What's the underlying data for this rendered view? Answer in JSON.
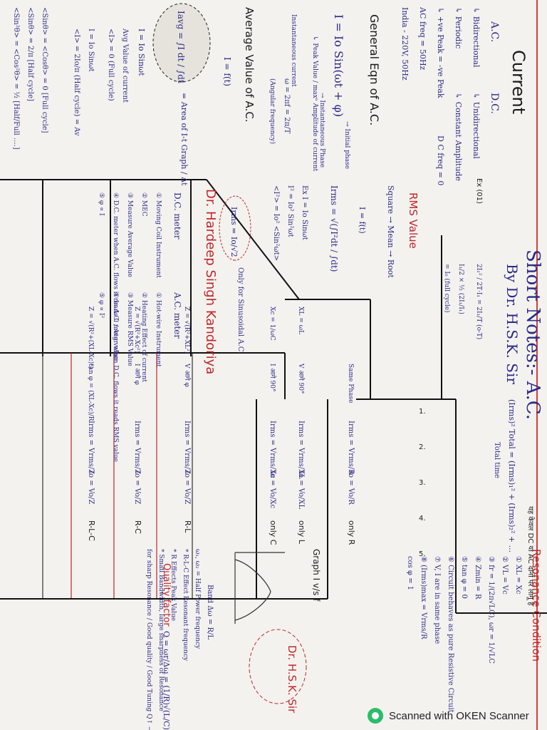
{
  "page": {
    "title": "Short Notes:- A.C.",
    "byline": "By Dr. H.S.K. Sir",
    "author_stamp": "Dr. Hardeep Singh Kandoriya",
    "cloud_stamp": "Dr. H.S.K. Sir"
  },
  "col_current": {
    "heading": "Current",
    "ac": "A.C.",
    "dc": "D.C.",
    "ac_points": [
      "↳ Bidirectional",
      "↳ Periodic",
      "↳ +ve Peak = -ve Peak"
    ],
    "dc_points": [
      "↳ Unidirectional",
      "↳ Constant Amplitude",
      "D C freq = 0"
    ],
    "freq": "AC freq = 50Hz",
    "india": "India - 220V, 50Hz"
  },
  "col_general": {
    "heading": "General Eqn of A.C.",
    "eq": "I = Io Sin(ωt + φ)",
    "labels": [
      "→ Initial phase",
      "→ Instantaneous Phase",
      "↳ Peak Value / maxⁿ Amplitude of current",
      "Instantaneous current",
      "ω = 2πf = 2π/T",
      "(Angular frequency)"
    ]
  },
  "col_average": {
    "heading": "Average Value of A.C.",
    "cloud": "Iavg = ∫I dt / ∫dt",
    "eq1": "I = f(t)",
    "eq2": "= Area of I-t Graph / Δt",
    "eq3": "I = Io Sinωt",
    "eq4": "Avg Value of current",
    "eq5": "<I> = 0 (Full cycle)",
    "eq6": "<I> = 2Io/π (Half cycle) = Av",
    "eq7": "I = Io Sinωt",
    "list": [
      "<Sinθ> = <Cosθ> = 0 [Full cycle]",
      "<Sinθ> = 2/π [Half cycle]",
      "<Sin²θ> = <Cos²θ> = ½ [Half/Full ....]"
    ]
  },
  "col_rms": {
    "heading": "RMS Value",
    "sub": "Square → Mean → Root",
    "eq1": "I = f(t)",
    "eq2": "Irms = √(∫I²dt / ∫dt)",
    "eq3": "Ex I = Io Sinωt",
    "eq4": "I² = Io² Sin²ωt",
    "eq5": "<I²> = Io² <Sin²ωt>",
    "bubble": "Irms = Io/√2",
    "note": "Only for Sinusoidal A.C.",
    "ex": "Ex (01)",
    "frac1": "2I₁² / 2T·I₁ = 2I₁/T (o-T)",
    "frac2": "I₁/2 × ½ (2I₁/I₁)",
    "frac3": "= I₀ (full cycle)"
  },
  "col_meters": {
    "dc_head": "D.C. meter",
    "ac_head": "A.C. meter",
    "dc_list": [
      "① Moving Coil Instrument",
      "② MEC",
      "③ Measure Average Value",
      "④ D.C. meter when A.C. flows it reads 0 / Avg value",
      "⑤ φ ∝ I"
    ],
    "ac_list": [
      "① Hot-wire Instrument",
      "② Heating Effect of current",
      "③ Measure RMS Value",
      "④ In A.C. meter when D.C. flows it reads RMS value",
      "⑤ φ ∝ I²"
    ]
  },
  "col_rms_total": {
    "eq": "(Irms)² Total = (Irms)₁² + (Irms)₂² + ...",
    "note": "Total time",
    "top": "यह केवल DC या AC दोनों पर लागू है"
  },
  "circuits": {
    "rows": [
      "only R",
      "only L",
      "only C",
      "R-L",
      "R-C",
      "R-L-C"
    ],
    "i0": [
      "Io = Vo/R",
      "Io = Vo/XL",
      "Io = Vo/Xc",
      "Io = Vo/Z",
      "Io = Vo/Z",
      "Io = Vo/Z"
    ],
    "irms": [
      "Irms = Vrms/R",
      "Irms = Vrms/XL",
      "Irms = Vrms/Xc",
      "Irms = Vrms/Z",
      "Irms = Vrms/Z",
      "Irms = Vrms/Z"
    ],
    "phase": [
      "Same Phase",
      "V आगे 90°",
      "I आगे 90°",
      "V आगे φ",
      "I आगे φ",
      "tan φ = (XL-Xc)/R"
    ],
    "react": [
      "",
      "XL = ωL",
      "Xc = 1/ωC",
      "Z = √(R²+XL²)",
      "Z = √(R²+Xc²)",
      "Z = √(R²+(XL-Xc)²)"
    ],
    "nums": [
      "1.",
      "2.",
      "3.",
      "4.",
      "5."
    ]
  },
  "resonance": {
    "heading": "Resonance Condition",
    "list": [
      "① XL = Xc",
      "② VL = Vc",
      "③ fr = 1/(2π√LC), ωr = 1/√LC",
      "④ Zmin = R",
      "⑤ tan φ = 0",
      "⑥ Circuit behaves as pure Resistive Circuit",
      "⑦ V, I are in same phase",
      "⑧ (Irms)max = Vrms/R",
      "cos φ = 1"
    ],
    "graph_head": "Graph I v/s f",
    "q_head": "Quality factor",
    "q_eq": "Q = ωr/Δω = (1/R)√(L/C)",
    "bandwidth": "Band Δω = R/L",
    "notes": [
      "ω₁, ω₂ = Half Power frequency",
      "* R-L-C Effect Resonant frequency",
      "* R Effects Peak Value",
      "* Small Bandwidth, large sharpness of Resonance",
      "for sharp Resonance / Good quality / Good Tuning Q↑ → L↑ C↓"
    ]
  },
  "footer": {
    "text": "Scanned with OKEN Scanner"
  }
}
